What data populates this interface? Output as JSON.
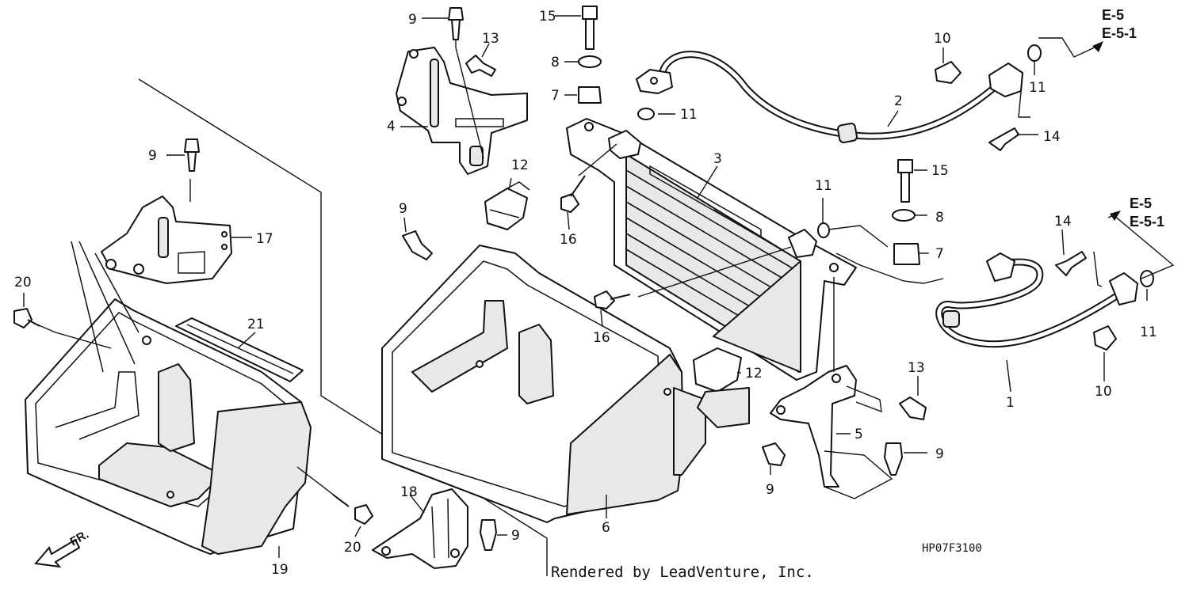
{
  "callouts": {
    "c1": "1",
    "c2": "2",
    "c3": "3",
    "c4": "4",
    "c5": "5",
    "c6": "6",
    "c7a": "7",
    "c7b": "7",
    "c8a": "8",
    "c8b": "8",
    "c9a": "9",
    "c9b": "9",
    "c9c": "9",
    "c9d": "9",
    "c9e": "9",
    "c9f": "9",
    "c10a": "10",
    "c10b": "10",
    "c11a": "11",
    "c11b": "11",
    "c11c": "11",
    "c11d": "11",
    "c12a": "12",
    "c12b": "12",
    "c13a": "13",
    "c13b": "13",
    "c14a": "14",
    "c14b": "14",
    "c15a": "15",
    "c15b": "15",
    "c16a": "16",
    "c16b": "16",
    "c17": "17",
    "c18": "18",
    "c19": "19",
    "c20a": "20",
    "c20b": "20",
    "c21": "21"
  },
  "refs": {
    "top_a": "E-5",
    "top_b": "E-5-1",
    "mid_a": "E-5",
    "mid_b": "E-5-1"
  },
  "direction_label": "FR.",
  "diagram_code": "HP07F3100",
  "credit": "Rendered by LeadVenture, Inc."
}
